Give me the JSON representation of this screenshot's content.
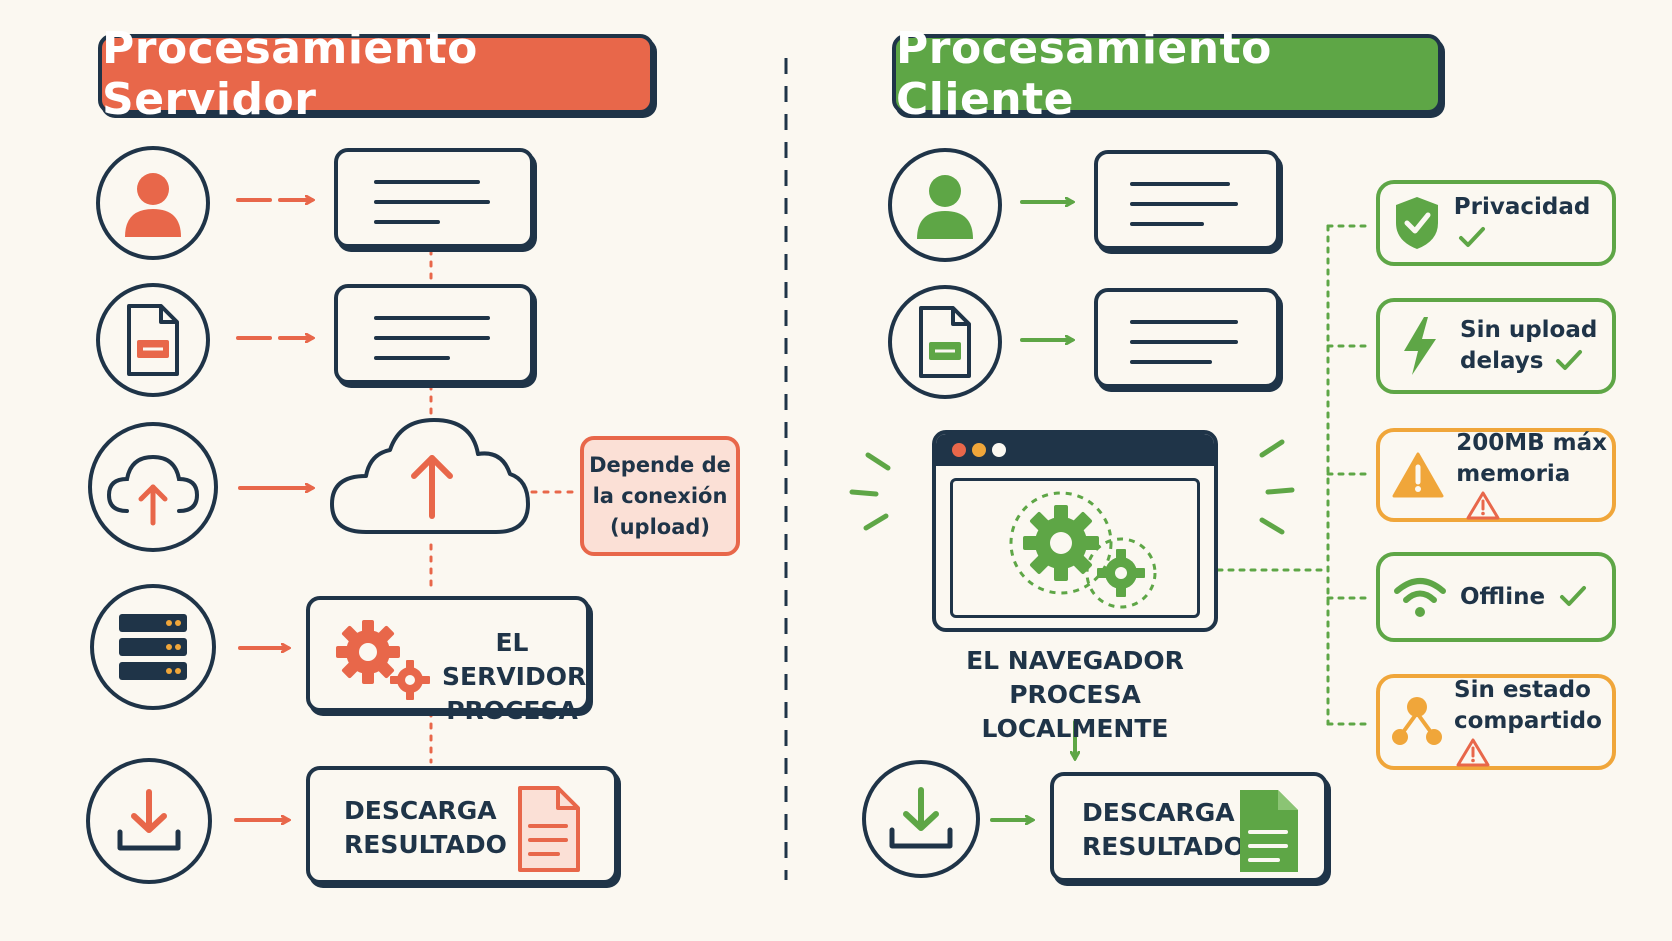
{
  "colors": {
    "server": "#e8674a",
    "client": "#5ea646",
    "warning": "#f0a63a",
    "ink": "#1f3448",
    "background": "#fbf8f1"
  },
  "server": {
    "title": "Procesamiento Servidor",
    "steps": [
      {
        "icon": "user-icon"
      },
      {
        "icon": "file-icon"
      },
      {
        "icon": "cloud-upload-icon"
      },
      {
        "icon": "server-icon",
        "label_line1": "El servidor",
        "label_line2": "procesa"
      },
      {
        "icon": "download-icon",
        "label_line1": "Descarga",
        "label_line2": "resultado"
      }
    ],
    "note": {
      "line1": "Depende de",
      "line2": "la conexión",
      "line3": "(upload)"
    }
  },
  "client": {
    "title": "Procesamiento Cliente",
    "steps": [
      {
        "icon": "user-icon"
      },
      {
        "icon": "file-icon"
      },
      {
        "icon": "browser-gears-icon",
        "label_line1": "El navegador",
        "label_line2": "procesa localmente"
      },
      {
        "icon": "download-icon",
        "label_line1": "Descarga",
        "label_line2": "resultado"
      }
    ],
    "features": [
      {
        "icon": "shield-check-icon",
        "line1": "Privacidad",
        "line2": "",
        "status": "check"
      },
      {
        "icon": "lightning-icon",
        "line1": "Sin upload",
        "line2": "delays",
        "status": "check"
      },
      {
        "icon": "warning-icon",
        "line1": "200MB máx",
        "line2": "memoria",
        "status": "warning"
      },
      {
        "icon": "wifi-icon",
        "line1": "Offline",
        "line2": "",
        "status": "check"
      },
      {
        "icon": "network-icon",
        "line1": "Sin estado",
        "line2": "compartido",
        "status": "warning"
      }
    ]
  }
}
